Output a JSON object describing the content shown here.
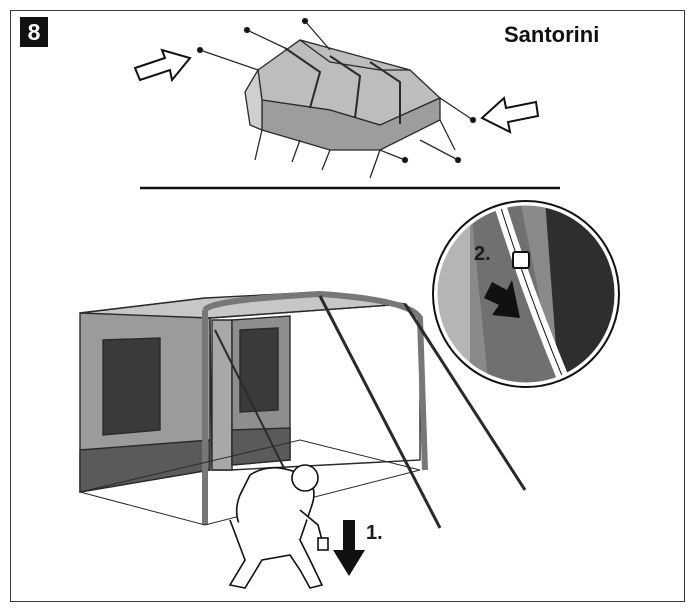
{
  "step": {
    "number": "8"
  },
  "model": {
    "name": "Santorini"
  },
  "callouts": {
    "anchor_peg": "1.",
    "strap_release": "2."
  },
  "colors": {
    "tent_fill": "#9a9a9a",
    "tent_light": "#c4c4c4",
    "tent_dark": "#555555",
    "window": "#3c3c3c",
    "ink": "#111111"
  },
  "icons": [
    "arrow-outline-icon",
    "arrow-down-icon",
    "magnifier-circle"
  ]
}
